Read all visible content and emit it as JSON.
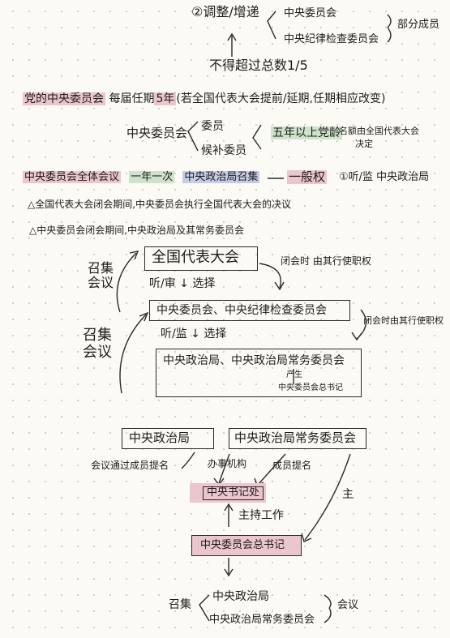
{
  "notes": {
    "top": {
      "adjust": "②调整/增递",
      "central_committee": "中央委员会",
      "discipline_commission": "中央纪律检查委员会",
      "partial_members": "部分成员",
      "limit": "不得超过总数1/5"
    },
    "term": {
      "subject": "党的中央委员会",
      "text": "每届任期",
      "years": "5年",
      "rest": "(若全国代表大会提前/延期,任期相应改变)"
    },
    "membership": {
      "central": "中央委员会",
      "member": "委员",
      "alternate": "候补委员",
      "condition": "五年以上党龄",
      "decide_1": "名额由全国代表大会",
      "decide_2": "决定"
    },
    "plenary": {
      "plenary": "中央委员会全体会议",
      "freq": "一年一次",
      "convener": "中央政治局召集",
      "authority": "一般权",
      "powers": "①听/监 中央政治局"
    },
    "bullets": [
      "△全国代表大会闭会期间,中央委员会执行全国代表大会的决议",
      "△中央委员会闭会期间,中央政治局及其常务委员会"
    ],
    "structure": {
      "congress": "全国代表大会",
      "committees": "中央委员会、中央纪律检查委员会",
      "politburo": "中央政治局、中央政治局常务委员会",
      "listen_elect_1": "听/审 ↓ 选择",
      "listen_elect_2": "听/监 ↓ 选择",
      "convene_1": "召集会议",
      "convene_2": "召集会议",
      "recess_1": "闭会时 由其行使职权",
      "recess_2": "闭会时由其行使职权",
      "produce": "产生",
      "gen_sec": "中央委员会总书记"
    },
    "bottom": {
      "politburo": "中央政治局",
      "standing": "中央政治局常务委员会",
      "meeting_nominee": "会议通过成员提名",
      "office": "办事机构",
      "member_nominee": "成员提名",
      "secretariat": "中央书记处",
      "preside": "主持工作",
      "chair": "主",
      "gen_sec": "中央委员会总书记",
      "convene": "召集",
      "meeting": "会议",
      "conv_politburo": "中央政治局",
      "conv_standing": "中央政治局常务委员会"
    }
  },
  "colors": {
    "pink": "#ecc6cf",
    "green": "#cfe3cc",
    "blue": "#c5cde6"
  }
}
